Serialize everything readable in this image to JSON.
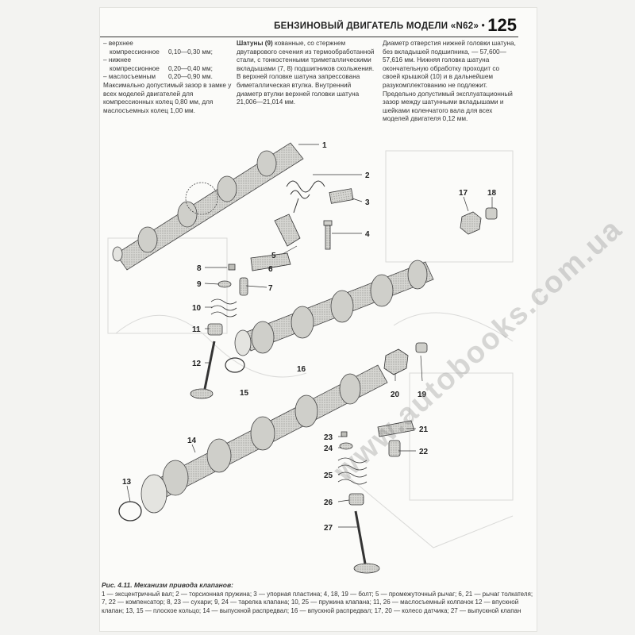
{
  "header": {
    "title": "БЕНЗИНОВЫЙ ДВИГАТЕЛЬ МОДЕЛИ «N62»",
    "bullet": "•",
    "page_number": "125"
  },
  "col1": {
    "rows": [
      {
        "label": "– верхнее",
        "value": ""
      },
      {
        "label": "компрессионное",
        "value": "0,10—0,30 мм;"
      },
      {
        "label": "– нижнее",
        "value": ""
      },
      {
        "label": "компрессионное",
        "value": "0,20—0,40 мм;"
      },
      {
        "label": "– маслосъемным",
        "value": "0,20—0,90 мм."
      }
    ],
    "paragraph": "Максимально допустимый зазор в замке у всех моделей двигателей для компрессионных колец 0,80 мм, для маслосъемных колец 1,00 мм."
  },
  "col2": {
    "lead": "Шатуны (9)",
    "text": " кованные, со стержнем двутаврового сечения из термообработанной стали, с тонкостенными триметаллическими вкладышами (7, 8) подшипников скольжения. В верхней головке шатуна запрессована биметаллическая втулка. Внутренний диаметр втулки верхней головки шатуна 21,006—21,014 мм."
  },
  "col3": {
    "p1": "Диаметр отверстия нижней головки шатуна, без вкладышей подшипника, — 57,600—57,616 мм. Нижняя головка шатуна окончательную обработку проходит со своей крышкой (10) и в дальнейшем разукомплектованию не подлежит.",
    "p2": "Предельно допустимый эксплуатационный зазор между шатунными вкладышами и шейками коленчатого вала для всех моделей двигателя 0,12 мм."
  },
  "figure": {
    "watermark": "www.autobooks.com.ua",
    "callouts": [
      "1",
      "2",
      "3",
      "4",
      "5",
      "6",
      "7",
      "8",
      "9",
      "10",
      "11",
      "12",
      "13",
      "14",
      "15",
      "16",
      "17",
      "18",
      "19",
      "20",
      "21",
      "22",
      "23",
      "24",
      "25",
      "26",
      "27"
    ]
  },
  "caption": {
    "title": "Рис. 4.11. Механизм привода клапанов:",
    "text": "1 — эксцентричный вал; 2 — торсионная пружина; 3 — упорная пластина; 4, 18, 19 — болт; 5 — промежуточный рычаг; 6, 21 — рычаг толкателя; 7, 22 — компенсатор; 8, 23 — сухари; 9, 24 — тарелка клапана; 10, 25 — пружина клапана; 11, 26 — маслосъемный колпачок 12 — впускной клапан; 13, 15 — плоское кольцо; 14 — выпускной распредвал; 16 — впускной распредвал; 17, 20 — колесо датчика; 27 — выпускной клапан"
  }
}
